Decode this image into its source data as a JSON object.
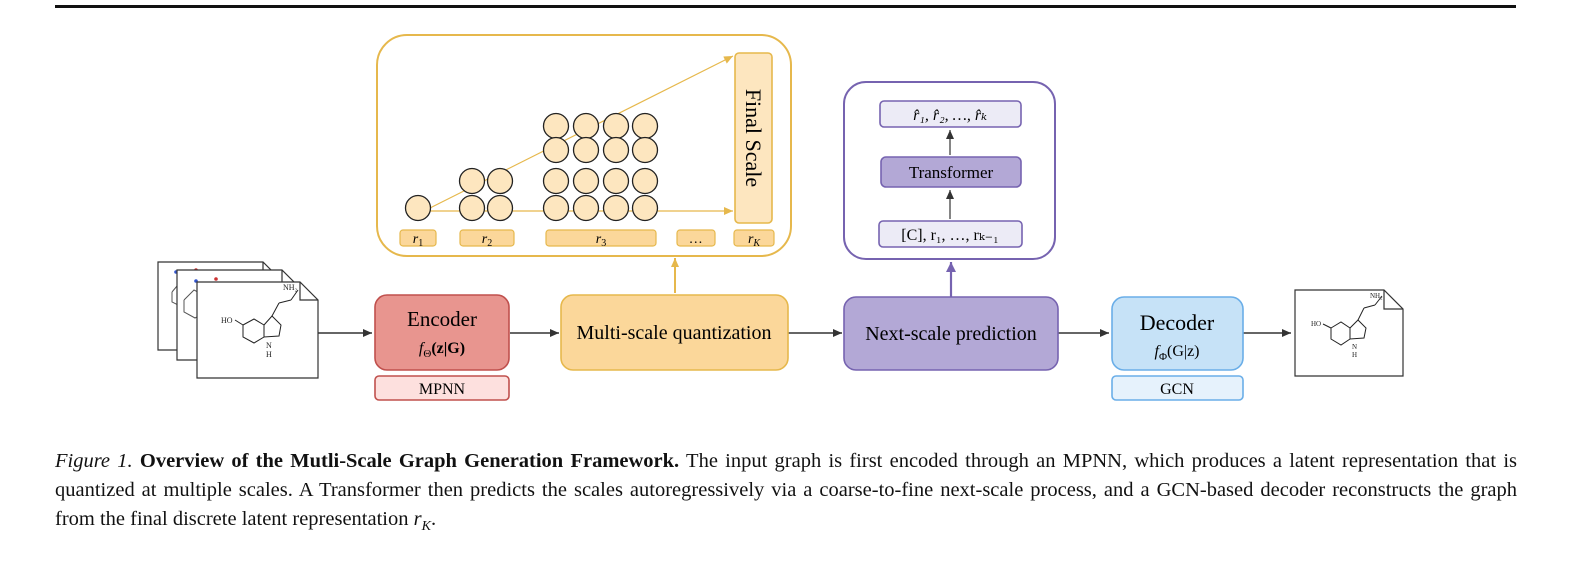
{
  "colors": {
    "encoder_fill": "#e8958f",
    "encoder_stroke": "#c0504d",
    "quant_fill": "#fbd79a",
    "quant_stroke": "#e6b84c",
    "pred_fill": "#b3a8d6",
    "pred_stroke": "#7663b0",
    "dec_fill": "#c6e2f7",
    "dec_stroke": "#6aaee8",
    "arrow": "#333333"
  },
  "diagram": {
    "encoder": {
      "label": "Encoder",
      "formula": "f",
      "formula_sub": "Θ",
      "formula_args": "(z|G)",
      "tag": "MPNN"
    },
    "quantization": {
      "label": "Multi-scale quantization"
    },
    "prediction": {
      "label": "Next-scale prediction"
    },
    "decoder": {
      "label": "Decoder",
      "formula": "f",
      "formula_sub": "Φ",
      "formula_args": "(G|z)",
      "tag": "GCN"
    },
    "scales": {
      "final_scale_label": "Final Scale",
      "scale_labels": [
        {
          "main": "r",
          "sub": "1"
        },
        {
          "main": "r",
          "sub": "2"
        },
        {
          "main": "r",
          "sub": "3"
        },
        {
          "main": "…",
          "sub": ""
        },
        {
          "main": "r",
          "sub": "K"
        }
      ]
    },
    "transformer": {
      "label": "Transformer",
      "output": "r̂₁, r̂₂, …, r̂ₖ",
      "input": "[C], r₁, …, rₖ₋₁"
    },
    "molecule_labels": {
      "nh2": "NH₂",
      "ho": "HO",
      "n": "N",
      "h": "H"
    }
  },
  "caption": {
    "figure_label": "Figure 1.",
    "title": "Overview of the Mutli-Scale Graph Generation Framework.",
    "body": "The input graph is first encoded through an MPNN, which produces a latent representation that is quantized at multiple scales. A Transformer then predicts the scales autoregressively via a coarse-to-fine next-scale process, and a GCN-based decoder reconstructs the graph from the final discrete latent representation",
    "final_symbol": "r",
    "final_symbol_sub": "K",
    "end": "."
  }
}
